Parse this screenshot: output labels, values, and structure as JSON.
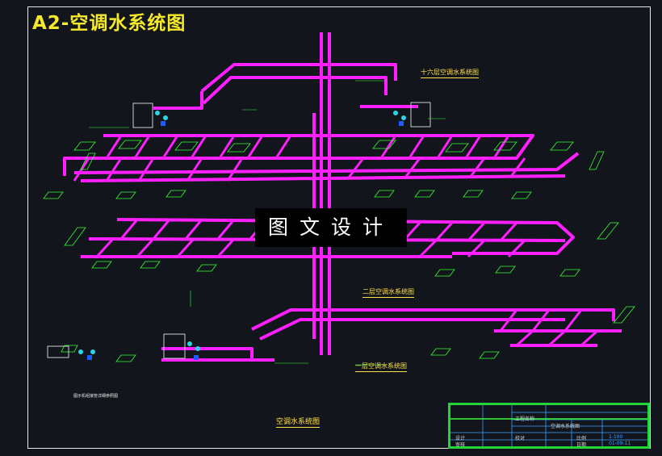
{
  "drawing": {
    "title": "A2-空调水系统图",
    "caption": "空调水系统图",
    "watermark": "图文设计"
  },
  "floors": {
    "roof": "十六层空调水系统图",
    "second": "二层空调水系统图",
    "first": "一层空调水系统图"
  },
  "legend": "图示机组接管详细参照图",
  "title_block": {
    "project": "工程名称",
    "drawing_name": "空调水系统图",
    "scale_value": "1:100",
    "date_value": "01-09-11",
    "left_labels": [
      "设计",
      "审核",
      "校对"
    ],
    "right_labels": [
      "比例",
      "日期"
    ]
  },
  "colors": {
    "pipe": "#ff1fff",
    "annotation": "#34ff34",
    "frame": "#e8e8e8",
    "title": "#f5ea2a",
    "titleblock": "#22d63a"
  }
}
